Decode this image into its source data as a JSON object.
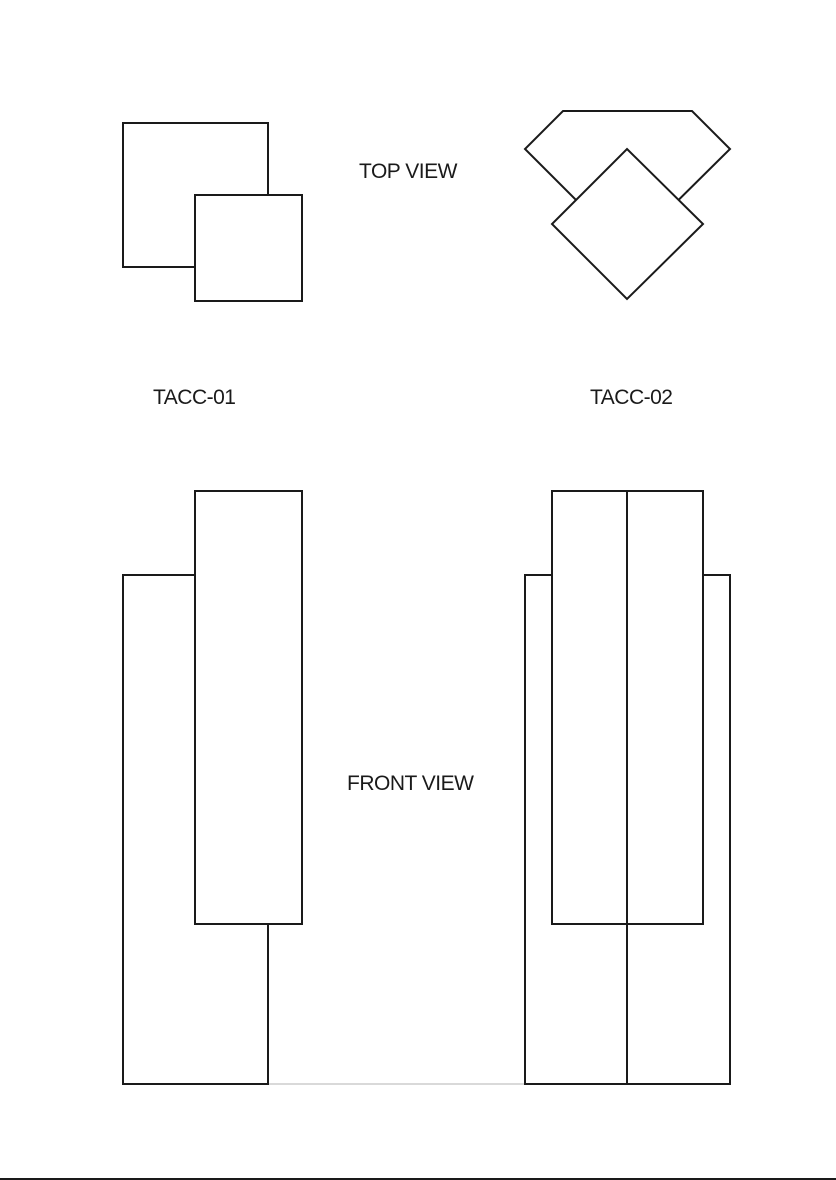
{
  "labels": {
    "top_view": "TOP VIEW",
    "front_view": "FRONT VIEW",
    "tacc_01": "TACC-01",
    "tacc_02": "TACC-02"
  },
  "colors": {
    "stroke": "#1a1a1a",
    "background": "#ffffff",
    "ground_line": "#b3b3b3"
  }
}
